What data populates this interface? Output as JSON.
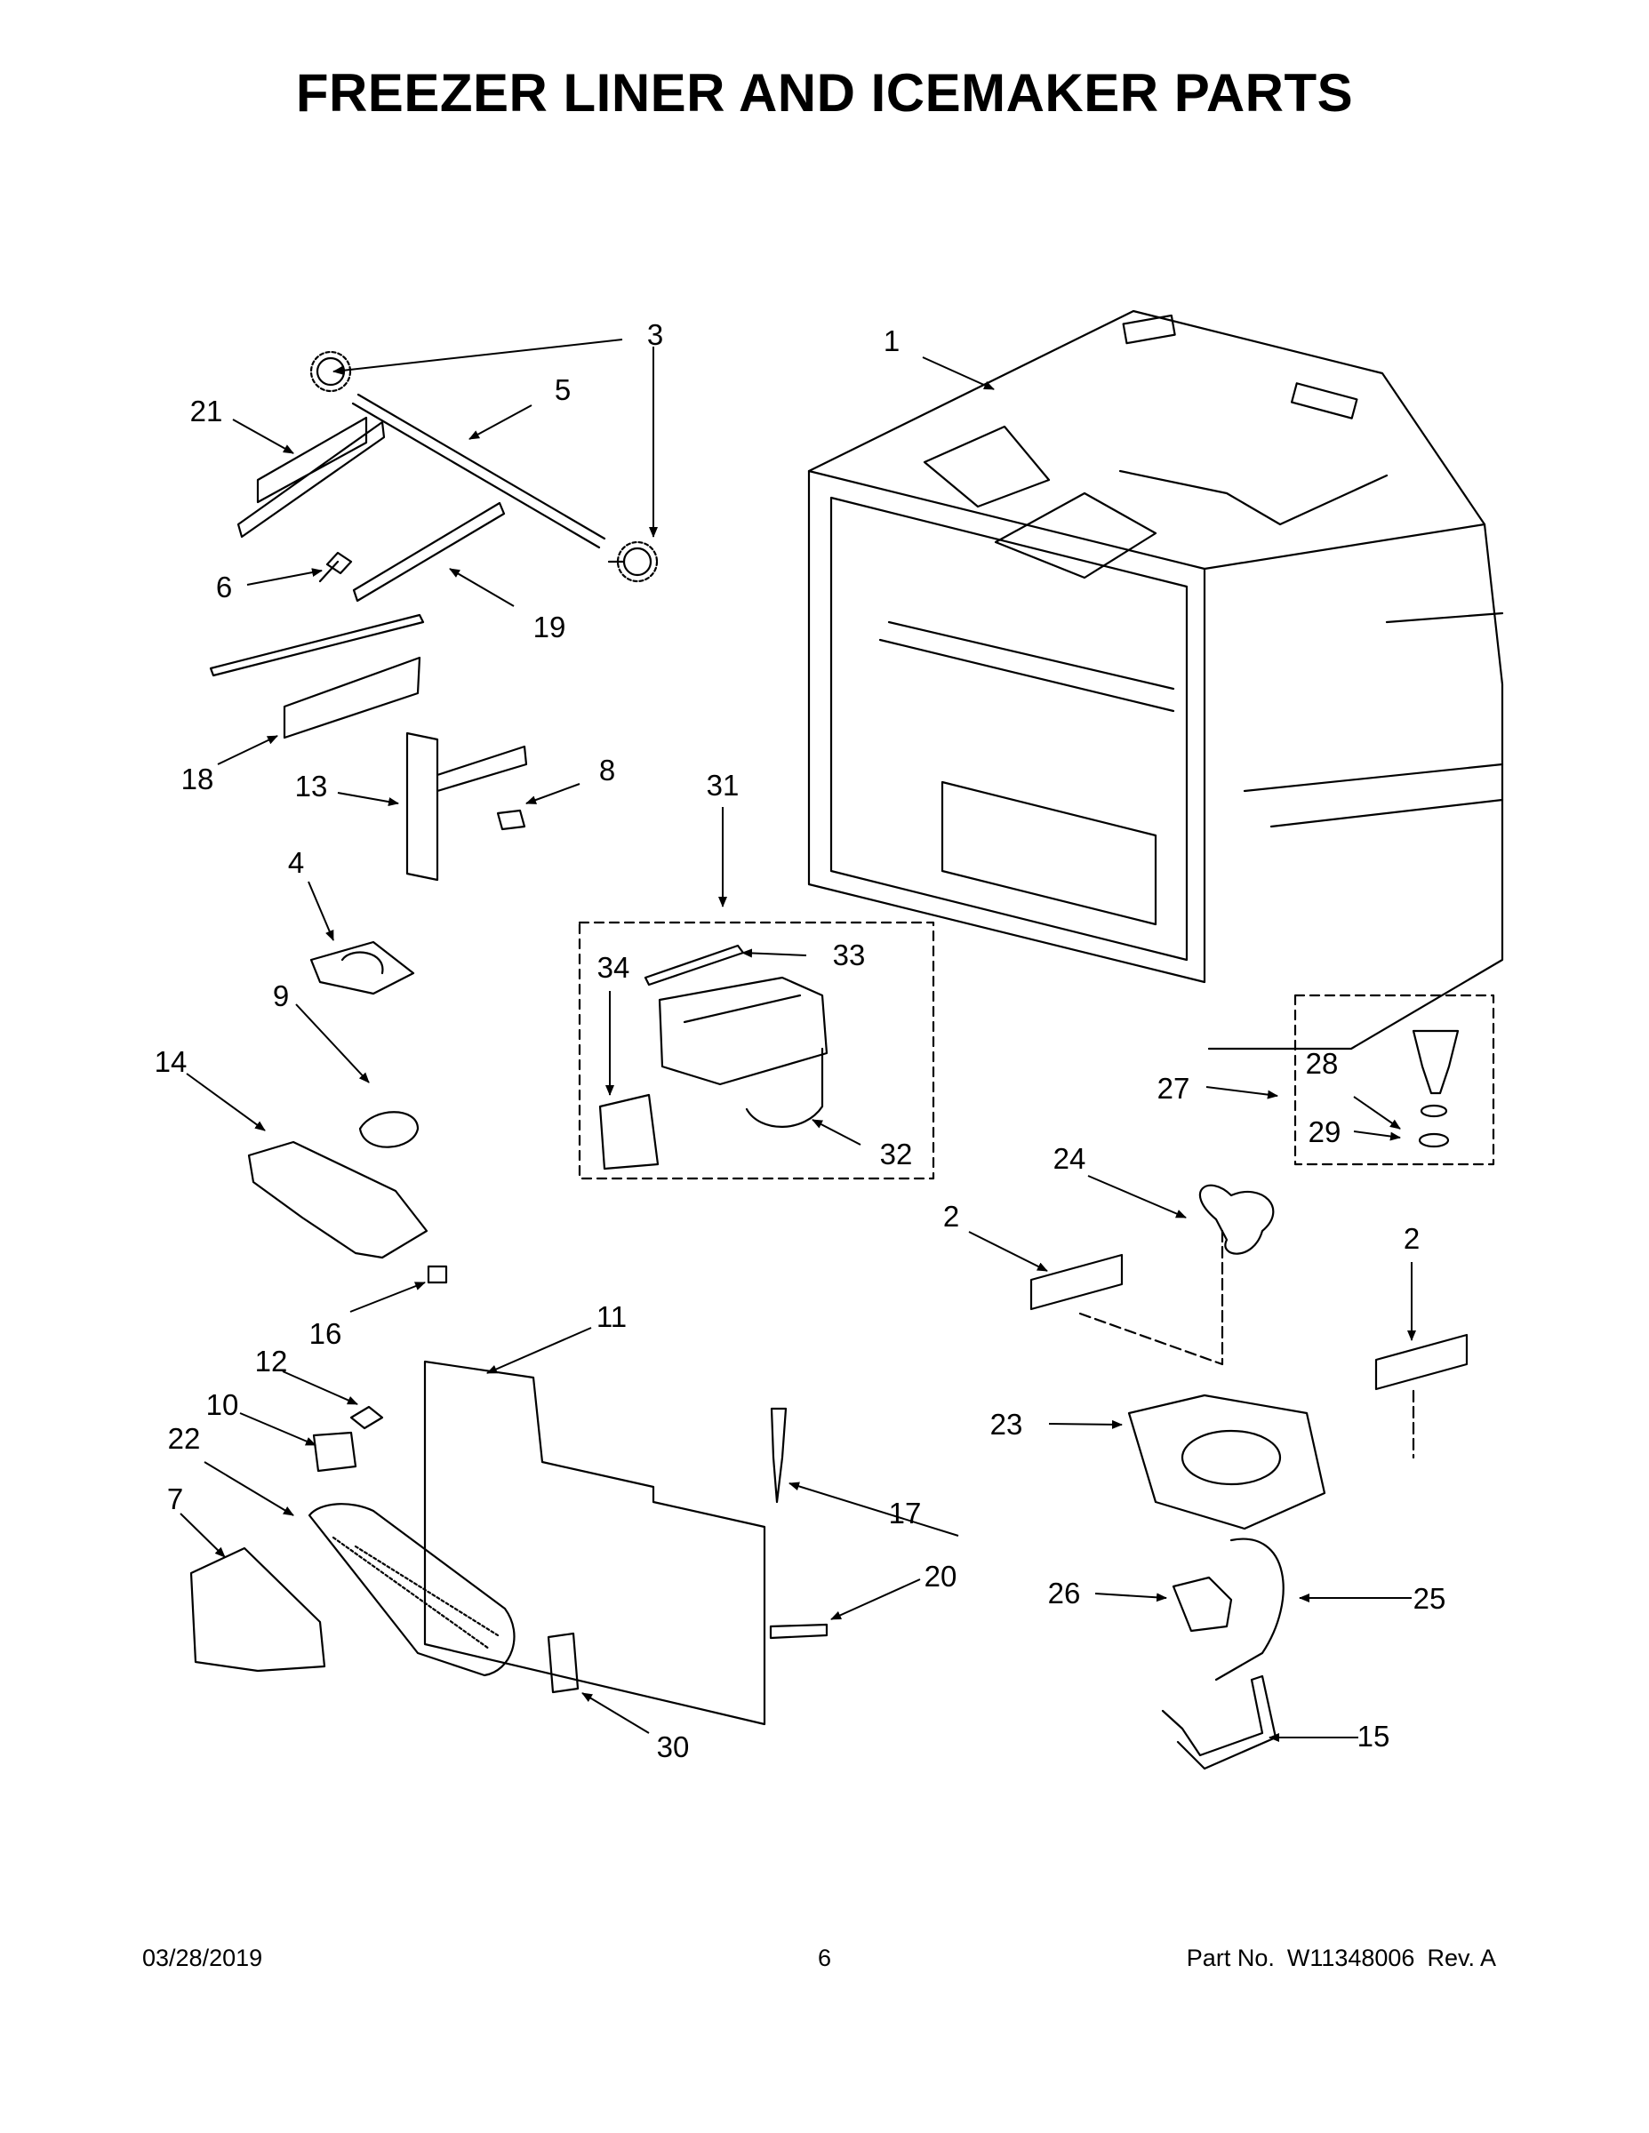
{
  "title": "FREEZER LINER AND ICEMAKER PARTS",
  "footer": {
    "date": "03/28/2019",
    "page": "6",
    "part_label": "Part No.",
    "part_number": "W11348006",
    "revision": "Rev. A"
  },
  "callouts": [
    "1",
    "2",
    "2",
    "3",
    "4",
    "5",
    "6",
    "7",
    "8",
    "9",
    "10",
    "11",
    "12",
    "13",
    "14",
    "15",
    "16",
    "17",
    "18",
    "19",
    "20",
    "21",
    "22",
    "23",
    "24",
    "25",
    "26",
    "27",
    "28",
    "29",
    "30",
    "31",
    "32",
    "33",
    "34"
  ]
}
